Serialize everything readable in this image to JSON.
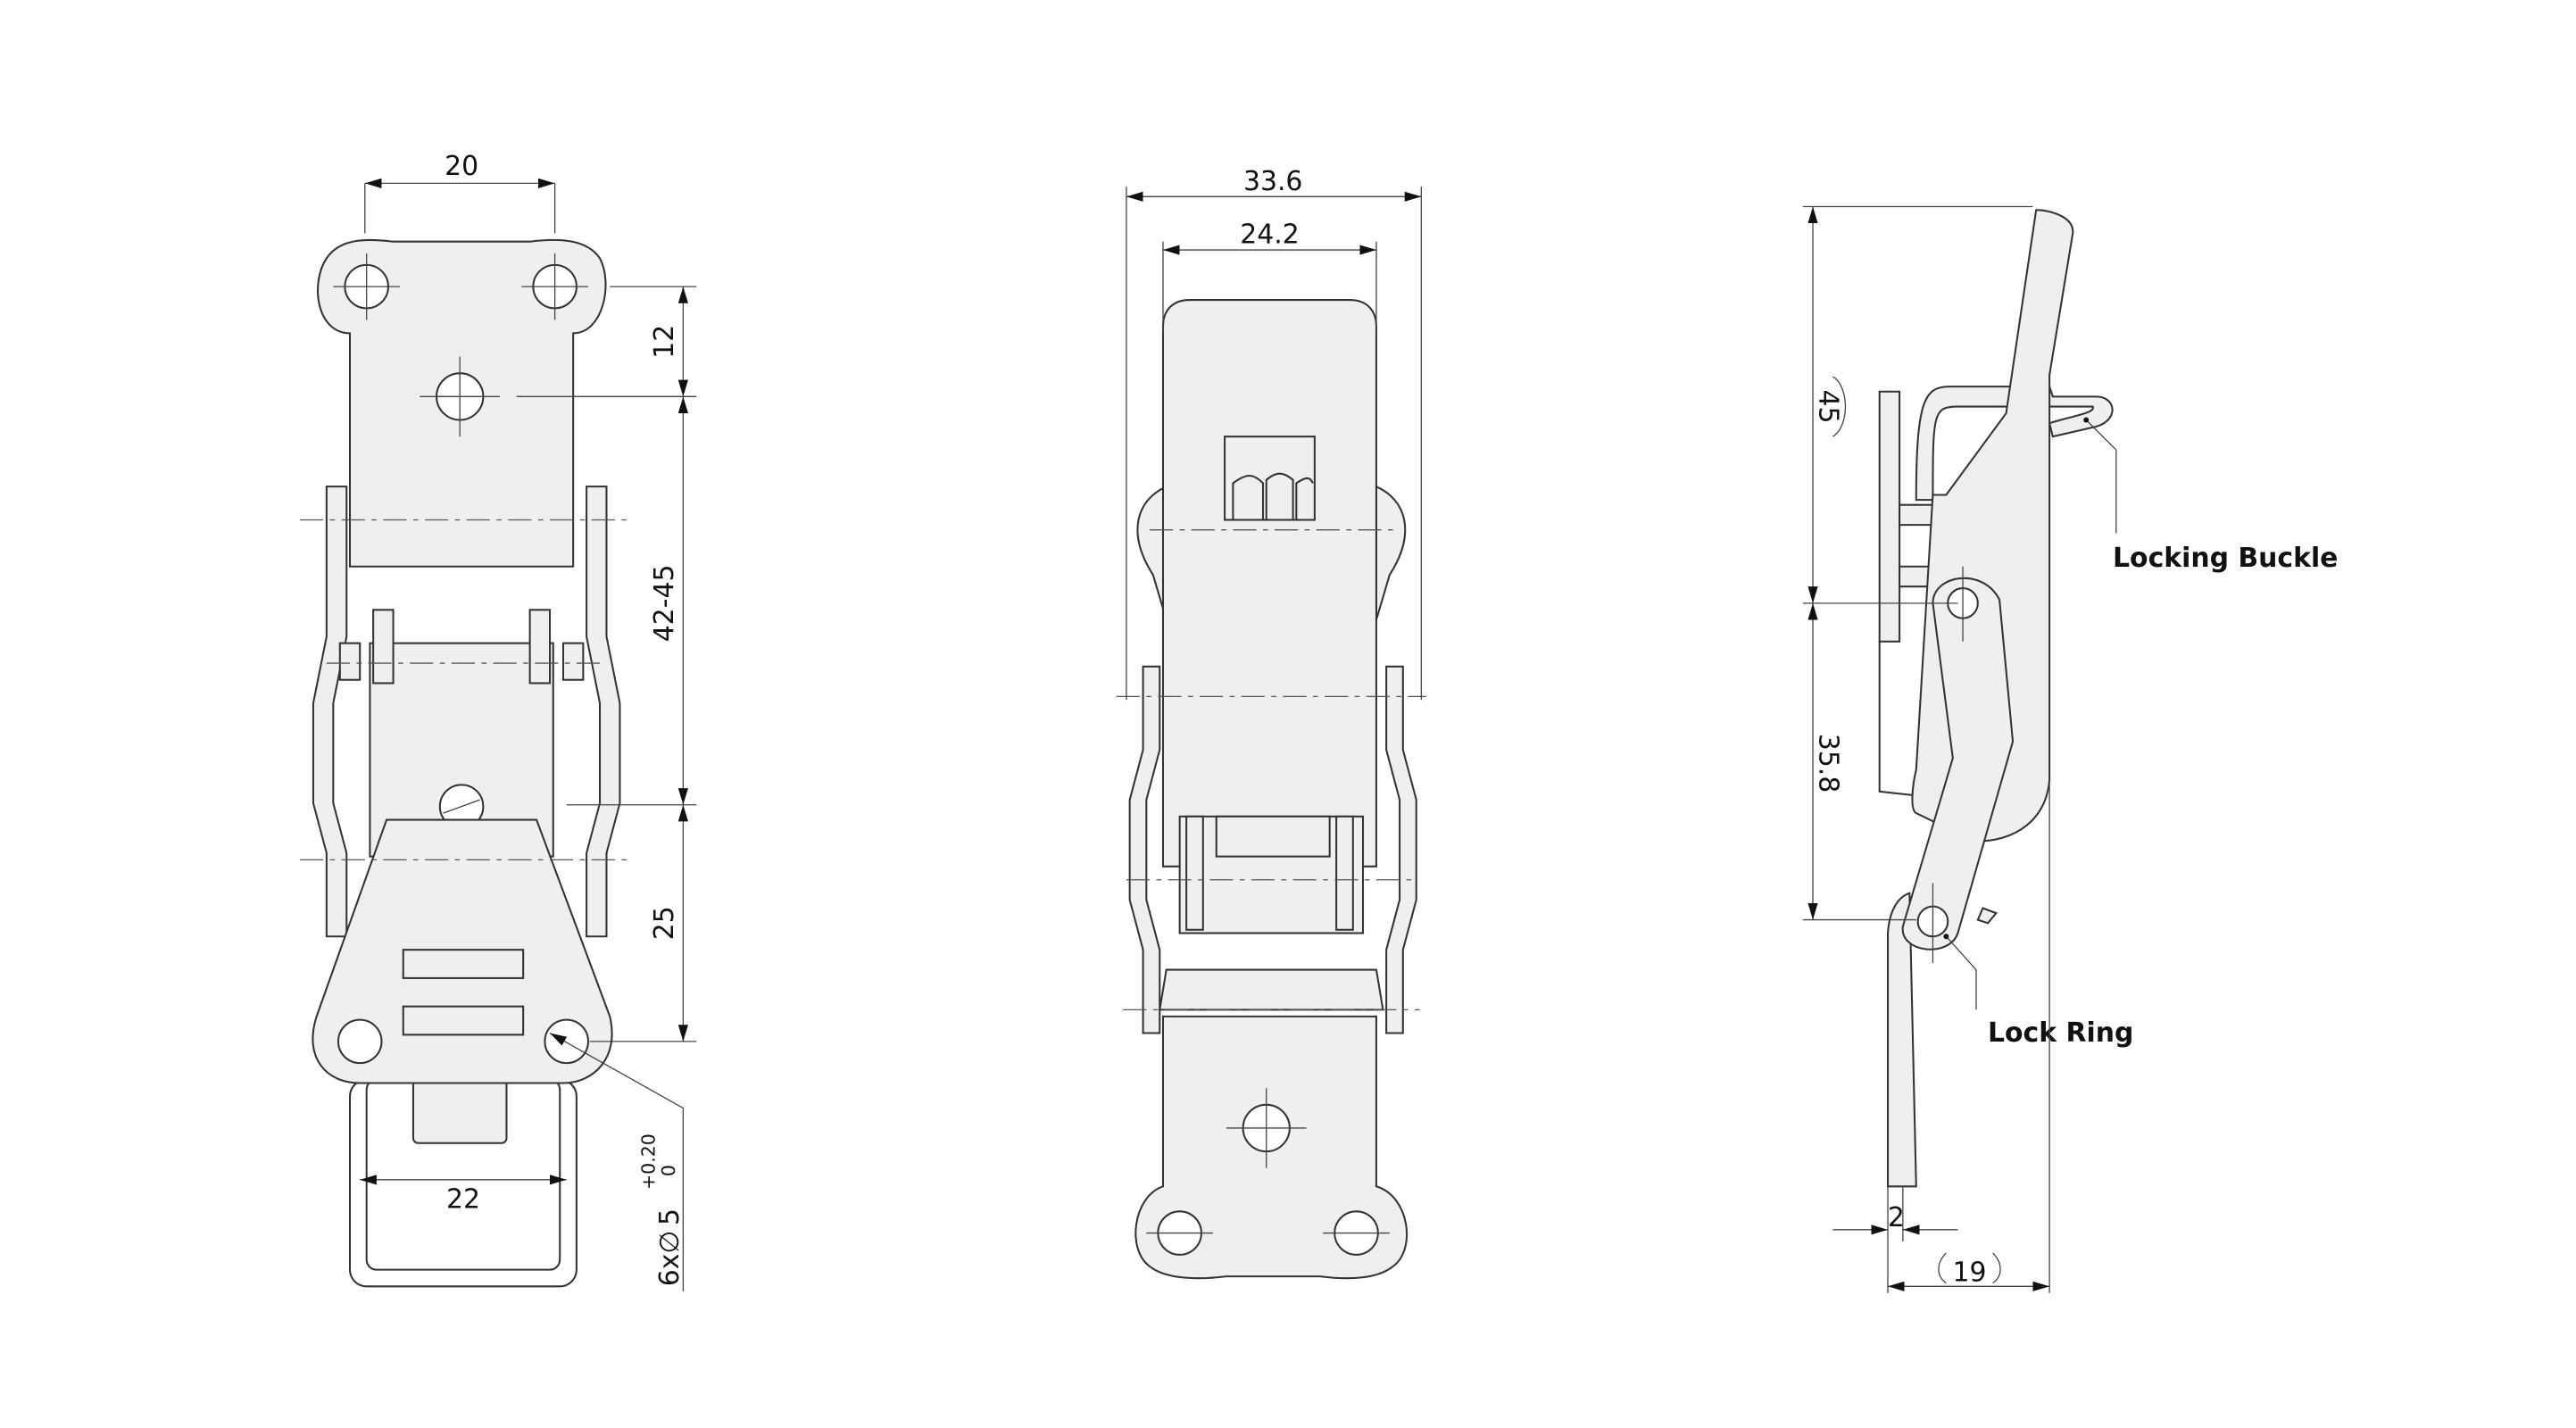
{
  "front_view": {
    "dim_top_width": "20",
    "dim_hole_offset": "12",
    "dim_adjust_range": "42-45",
    "dim_lower": "25",
    "dim_loop_width": "22",
    "hole_spec_prefix": "6x",
    "hole_spec_symbol": "∅",
    "hole_spec_value": "5",
    "hole_tol_upper": "+0.20",
    "hole_tol_lower": "0"
  },
  "back_view": {
    "dim_overall_width": "33.6",
    "dim_lever_width": "24.2"
  },
  "side_view": {
    "dim_upper_height": "45",
    "dim_lower_height": "35.8",
    "dim_thickness": "2",
    "dim_depth": "19",
    "label_locking_buckle": "Locking Buckle",
    "label_lock_ring": "Lock Ring"
  }
}
